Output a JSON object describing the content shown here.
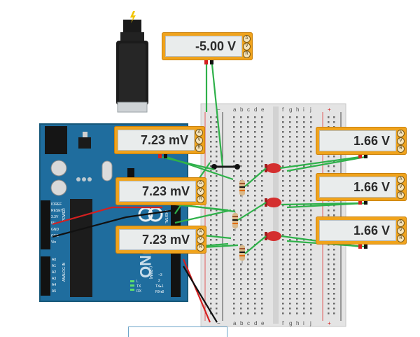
{
  "meters": [
    {
      "id": "top",
      "value": "-5.00 V"
    },
    {
      "id": "left-1",
      "value": "7.23 mV"
    },
    {
      "id": "left-2",
      "value": "7.23 mV"
    },
    {
      "id": "left-3",
      "value": "7.23 mV"
    },
    {
      "id": "right-1",
      "value": "1.66 V"
    },
    {
      "id": "right-2",
      "value": "1.66 V"
    },
    {
      "id": "right-3",
      "value": "1.66 V"
    }
  ],
  "meter_terminals": [
    "A",
    "V",
    "R"
  ],
  "breadboard": {
    "column_letters_left": [
      "a",
      "b",
      "c",
      "d",
      "e"
    ],
    "column_letters_right": [
      "f",
      "g",
      "h",
      "i",
      "j"
    ],
    "rail_plus": "+",
    "rail_minus": "−"
  },
  "arduino": {
    "power_labels": [
      "IOREF",
      "RESET",
      "3.3V",
      "5V",
      "GND",
      "GND",
      "Vin"
    ],
    "power_header": "POWER",
    "analog_labels": [
      "A0",
      "A1",
      "A2",
      "A3",
      "A4",
      "A5"
    ],
    "analog_header": "ANALOG IN",
    "digital_labels": [
      "~3",
      "2",
      "TX▸1",
      "RX◂0"
    ],
    "pwm_label": "(~PWM)",
    "digital_text": "DIGITAL",
    "tx_label": "TX",
    "rx_label": "RX",
    "l_label": "L",
    "brand_text": "UNO"
  },
  "colors": {
    "board": "#1f6d9e",
    "meter": "#f0a31c",
    "led": "#d42f2f",
    "wire_green": "#2fb14a",
    "wire_red": "#d42020",
    "wire_black": "#111111"
  }
}
